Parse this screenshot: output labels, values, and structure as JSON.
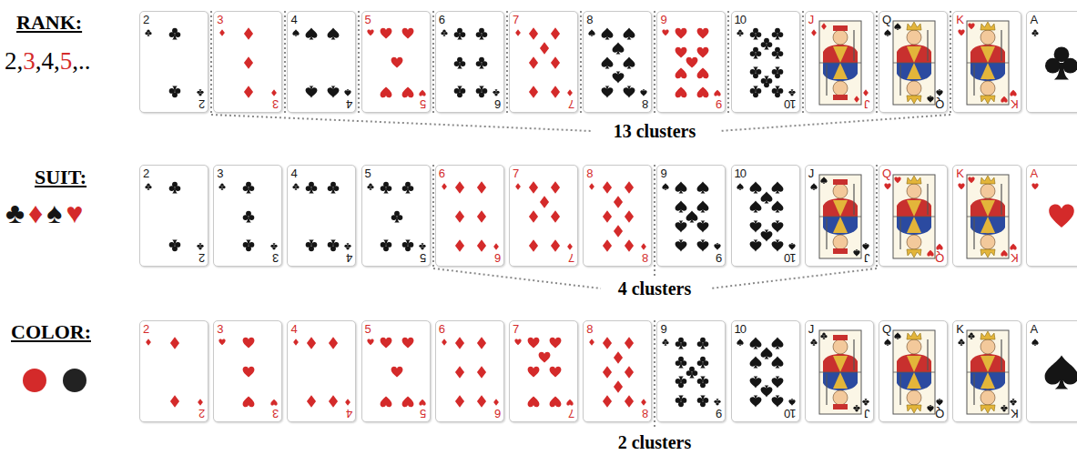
{
  "diagram": {
    "nodes": [
      {
        "text": [
          "2",
          "2"
        ]
      },
      {
        "text": [
          "3",
          "3"
        ]
      },
      {
        "text": [
          "4",
          "4"
        ]
      },
      {
        "text": [
          "5",
          "5"
        ]
      },
      {
        "text": [
          "6",
          "6"
        ]
      },
      {
        "text": [
          "7",
          "7"
        ]
      },
      {
        "text": [
          "8",
          "8"
        ]
      },
      {
        "text": [
          "9",
          "9"
        ]
      },
      {
        "text": [
          "10",
          "10"
        ]
      },
      {
        "text": [
          "J",
          "J"
        ]
      },
      {
        "text": [
          "Q",
          "Q"
        ]
      },
      {
        "text": [
          "K",
          "K"
        ]
      },
      {
        "text": [
          "A",
          "A"
        ]
      },
      {
        "text": [
          "2",
          "2"
        ]
      },
      {
        "text": [
          "3",
          "3"
        ]
      },
      {
        "text": [
          "4",
          "4"
        ]
      },
      {
        "text": [
          "5",
          "5"
        ]
      },
      {
        "text": [
          "6",
          "6"
        ]
      },
      {
        "text": [
          "7",
          "7"
        ]
      },
      {
        "text": [
          "8",
          "8"
        ]
      },
      {
        "text": [
          "9",
          "9"
        ]
      },
      {
        "text": [
          "10",
          "10"
        ]
      },
      {
        "text": [
          "J",
          "J"
        ]
      },
      {
        "text": [
          "Q",
          "Q"
        ]
      },
      {
        "text": [
          "K",
          "K"
        ]
      },
      {
        "text": [
          "A",
          "A"
        ]
      },
      {
        "text": [
          "2",
          "2"
        ]
      },
      {
        "text": [
          "3",
          "3"
        ]
      },
      {
        "text": [
          "4",
          "4"
        ]
      },
      {
        "text": [
          "5",
          "5"
        ]
      },
      {
        "text": [
          "6",
          "6"
        ]
      },
      {
        "text": [
          "7",
          "7"
        ]
      },
      {
        "text": [
          "8",
          "8"
        ]
      },
      {
        "text": [
          "9",
          "9"
        ]
      },
      {
        "text": [
          "10",
          "10"
        ]
      },
      {
        "text": [
          "J",
          "J"
        ]
      },
      {
        "text": [
          "Q",
          "Q"
        ]
      },
      {
        "text": [
          "K",
          "K"
        ]
      },
      {
        "text": [
          "A",
          "A"
        ]
      }
    ],
    "labels": [
      "RANK:",
      "2,",
      "3",
      ",4,",
      "5",
      ",..",
      "13 clusters",
      "SUIT:",
      "♣",
      "♦",
      "♠",
      "♥",
      "4 clusters",
      "COLOR:",
      "2 clusters"
    ]
  }
}
